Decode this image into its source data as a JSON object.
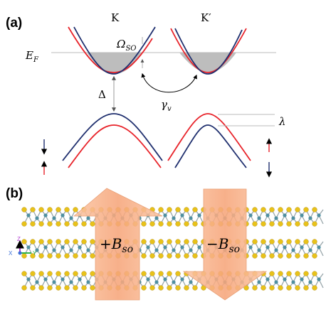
{
  "panel_a": {
    "label": "(a)",
    "valley_k": "K",
    "valley_k_prime": "K′",
    "fermi_level": "E_F",
    "spin_orbit_conduction": "Ω_SO",
    "gap": "Δ",
    "intervalley": "γ_v",
    "spin_orbit_valence": "λ"
  },
  "panel_b": {
    "label": "(b)",
    "plus_field": "+B_so",
    "minus_field": "−B_so",
    "axes": {
      "z": "Z",
      "x": "X",
      "y": "Y"
    }
  },
  "colors": {
    "spin_up_band": "#e8232a",
    "spin_down_band": "#1f2f6e",
    "fill": "#bdbdbd",
    "arrow": "#f8b48a",
    "metal_atom": "#4f8fa0",
    "chalcogen_atom": "#e8c21a"
  }
}
